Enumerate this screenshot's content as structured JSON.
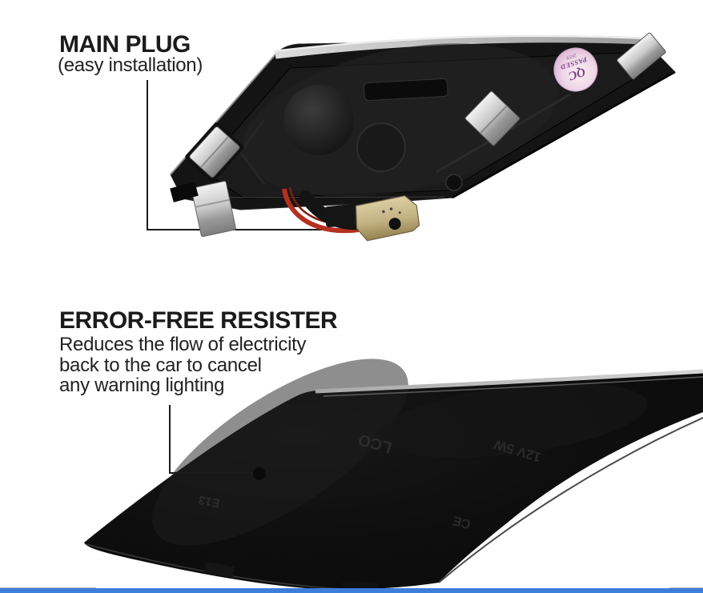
{
  "callouts": {
    "main_plug": {
      "title": "MAIN PLUG",
      "subtitle": "(easy installation)"
    },
    "resistor": {
      "title": "ERROR-FREE RESISTER",
      "lines": [
        "Reduces the flow of electricity",
        "back to the car to cancel",
        "any warning lighting"
      ]
    }
  },
  "top_product": {
    "qc_sticker": {
      "line1": "QC",
      "line2": "PASSED",
      "line3": "2019"
    }
  },
  "bottom_product": {
    "markings": {
      "m1": "LCO",
      "m2": "12V 5W",
      "m3": "CE",
      "m4": "E13"
    }
  },
  "footer": {
    "accent_color": "#3d7edb"
  }
}
